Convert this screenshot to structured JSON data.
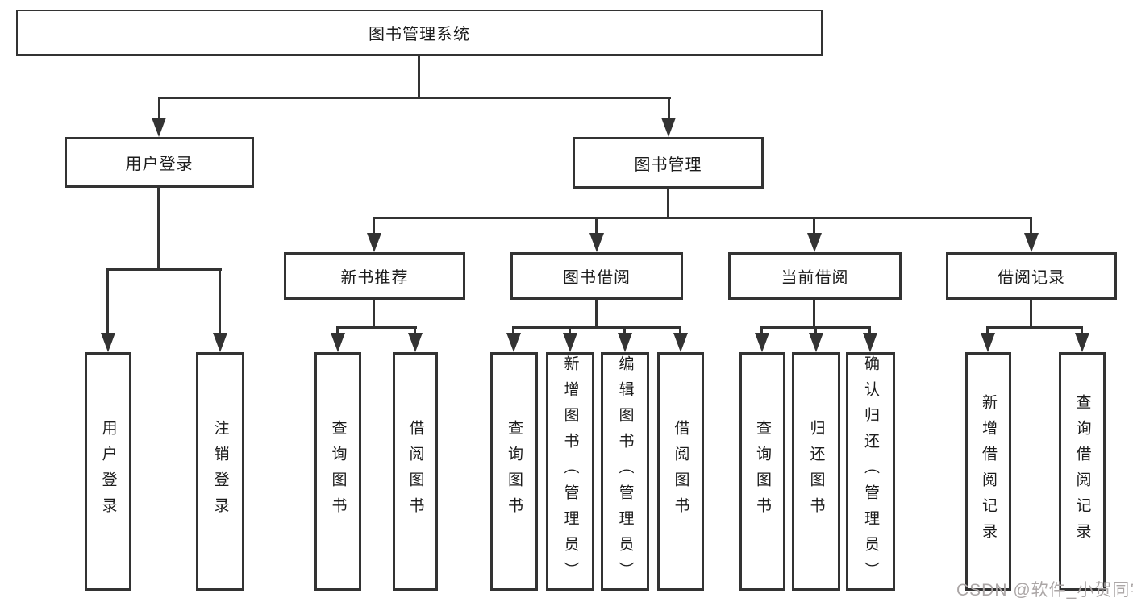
{
  "diagram": {
    "watermark": "CSDN @软件_小贺同学",
    "colors": {
      "line": "#333333",
      "text": "#1c1c1c",
      "background": "#ffffff",
      "watermark": "#aba6a6"
    },
    "root": {
      "label": "图书管理系统"
    },
    "branches": [
      {
        "label": "用户登录",
        "children": [
          {
            "label": "用户登录"
          },
          {
            "label": "注销登录"
          }
        ]
      },
      {
        "label": "图书管理",
        "children": [
          {
            "label": "新书推荐",
            "children": [
              {
                "label": "查询图书"
              },
              {
                "label": "借阅图书"
              }
            ]
          },
          {
            "label": "图书借阅",
            "children": [
              {
                "label": "查询图书"
              },
              {
                "label": "新增图书（管理员）"
              },
              {
                "label": "编辑图书（管理员）"
              },
              {
                "label": "借阅图书"
              }
            ]
          },
          {
            "label": "当前借阅",
            "children": [
              {
                "label": "查询图书"
              },
              {
                "label": "归还图书"
              },
              {
                "label": "确认归还（管理员）"
              }
            ]
          },
          {
            "label": "借阅记录",
            "children": [
              {
                "label": "新增借阅记录"
              },
              {
                "label": "查询借阅记录"
              }
            ]
          }
        ]
      }
    ]
  }
}
